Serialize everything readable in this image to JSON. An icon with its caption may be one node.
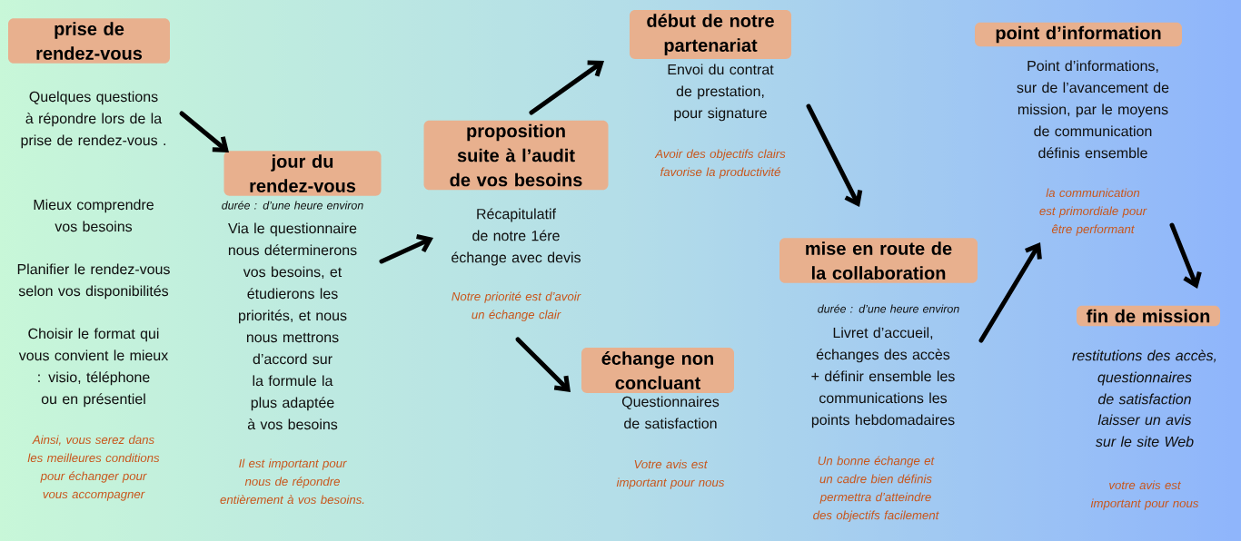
{
  "diagram": {
    "nodes": [
      {
        "text": [
          "prise de rendez-vous"
        ],
        "beside": [
          "Quelques questions à répondre lors de la prise de rendez-vous .",
          "Mieux comprendre vos besoins",
          "Planifier le rendez-vous selon vos disponibilités",
          "Choisir le format qui vous convient le mieux : visio, téléphone ou en présentiel",
          "Ainsi, vous serez dans les meilleures conditions pour échanger pour vous accompagner"
        ]
      },
      {
        "text": [
          "jour du rendez-vous"
        ],
        "beside": [
          "durée : d’une heure environ",
          "Via le questionnaire nous déterminerons vos besoins, et étudierons les priorités, et nous nous mettrons d’accord sur la formule la plus adaptée à vos besoins",
          "Il est important pour nous de répondre entièrement à vos besoins."
        ]
      },
      {
        "text": [
          "proposition suite à l’audit de vos besoins"
        ],
        "beside": [
          "Récapitulatif de notre 1ére échange avec devis",
          "Notre priorité est d’avoir un échange clair"
        ]
      },
      {
        "text": [
          "début de notre partenariat"
        ],
        "beside": [
          "Envoi du contrat de prestation, pour signature",
          "Avoir des objectifs clairs favorise la productivité"
        ]
      },
      {
        "text": [
          "échange non concluant"
        ],
        "beside": [
          "Questionnaires de satisfaction",
          "Votre avis est important pour nous"
        ]
      },
      {
        "text": [
          "mise en route de la collaboration"
        ],
        "beside": [
          "durée : d’une heure environ",
          "Livret d’accueil, échanges des accès + définir ensemble les communications les points hebdomadaires",
          "Un bonne échange et un cadre bien définis permettra d’atteindre des objectifs facilement"
        ]
      },
      {
        "text": [
          "point d’information"
        ],
        "beside": [
          "Point d’informations, sur de l’avancement de mission, par le moyens de communication définis ensemble",
          "la communication est primordiale pour être performant"
        ]
      },
      {
        "text": [
          "fin de mission"
        ],
        "beside": [
          "restitutions des accès, questionnaires de satisfaction",
          "laisser un avis sur le site Web",
          "votre avis est important pour nous"
        ]
      }
    ],
    "edges": [
      {
        "from": 0,
        "to": 1,
        "arrow": "to"
      },
      {
        "from": 1,
        "to": 2,
        "arrow": "to"
      },
      {
        "from": 2,
        "to": 3,
        "arrow": "to"
      },
      {
        "from": 2,
        "to": 4,
        "arrow": "to"
      },
      {
        "from": 3,
        "to": 5,
        "arrow": "to"
      },
      {
        "from": 5,
        "to": 6,
        "arrow": "to"
      },
      {
        "from": 6,
        "to": 7,
        "arrow": "to"
      }
    ]
  }
}
